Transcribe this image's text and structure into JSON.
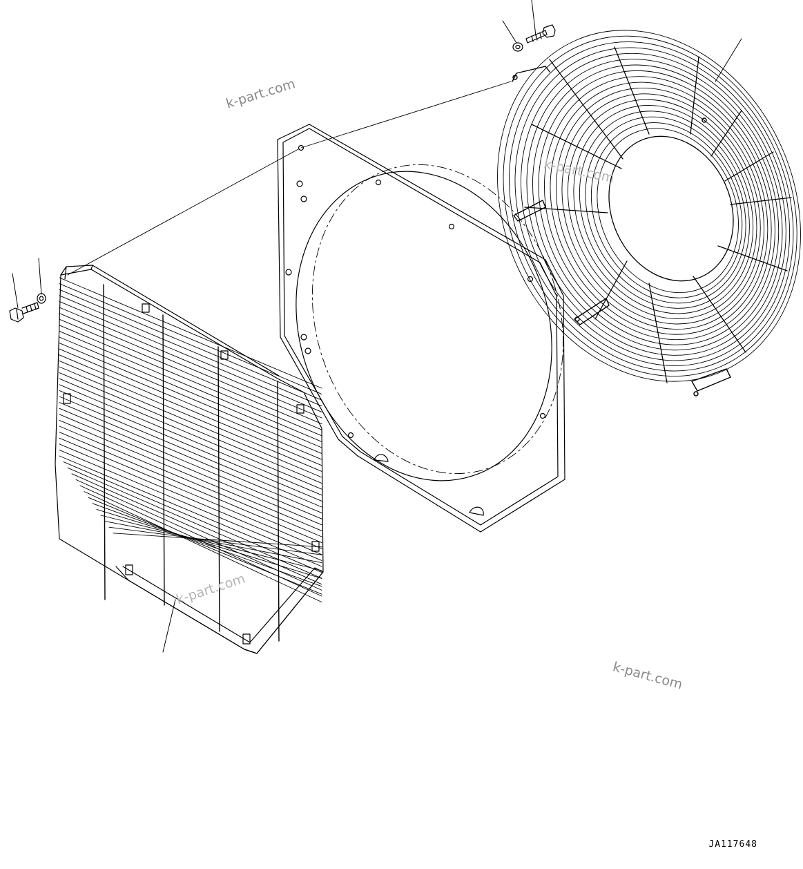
{
  "drawing_number": "JA117648",
  "watermarks": [
    "k-part.com",
    "k-part.com",
    "k-part.com",
    "k-part.com"
  ],
  "parts": [
    "bolt",
    "washer",
    "front-grille",
    "fan-shroud",
    "fan-guard"
  ],
  "colors": {
    "line": "#000000",
    "watermark": "#8a8a8a",
    "background": "#ffffff"
  }
}
